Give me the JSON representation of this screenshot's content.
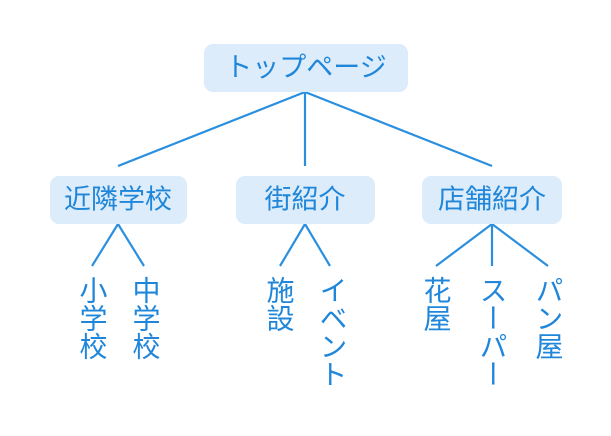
{
  "diagram": {
    "colors": {
      "box_fill": "#dcecfa",
      "text": "#1f86d9",
      "line": "#2b8fe0"
    },
    "root": {
      "label": "トップページ"
    },
    "sections": [
      {
        "label": "近隣学校",
        "children": [
          "小学校",
          "中学校"
        ]
      },
      {
        "label": "街紹介",
        "children": [
          "施設",
          "イベント"
        ]
      },
      {
        "label": "店舗紹介",
        "children": [
          "花屋",
          "スーパー",
          "パン屋"
        ]
      }
    ]
  }
}
